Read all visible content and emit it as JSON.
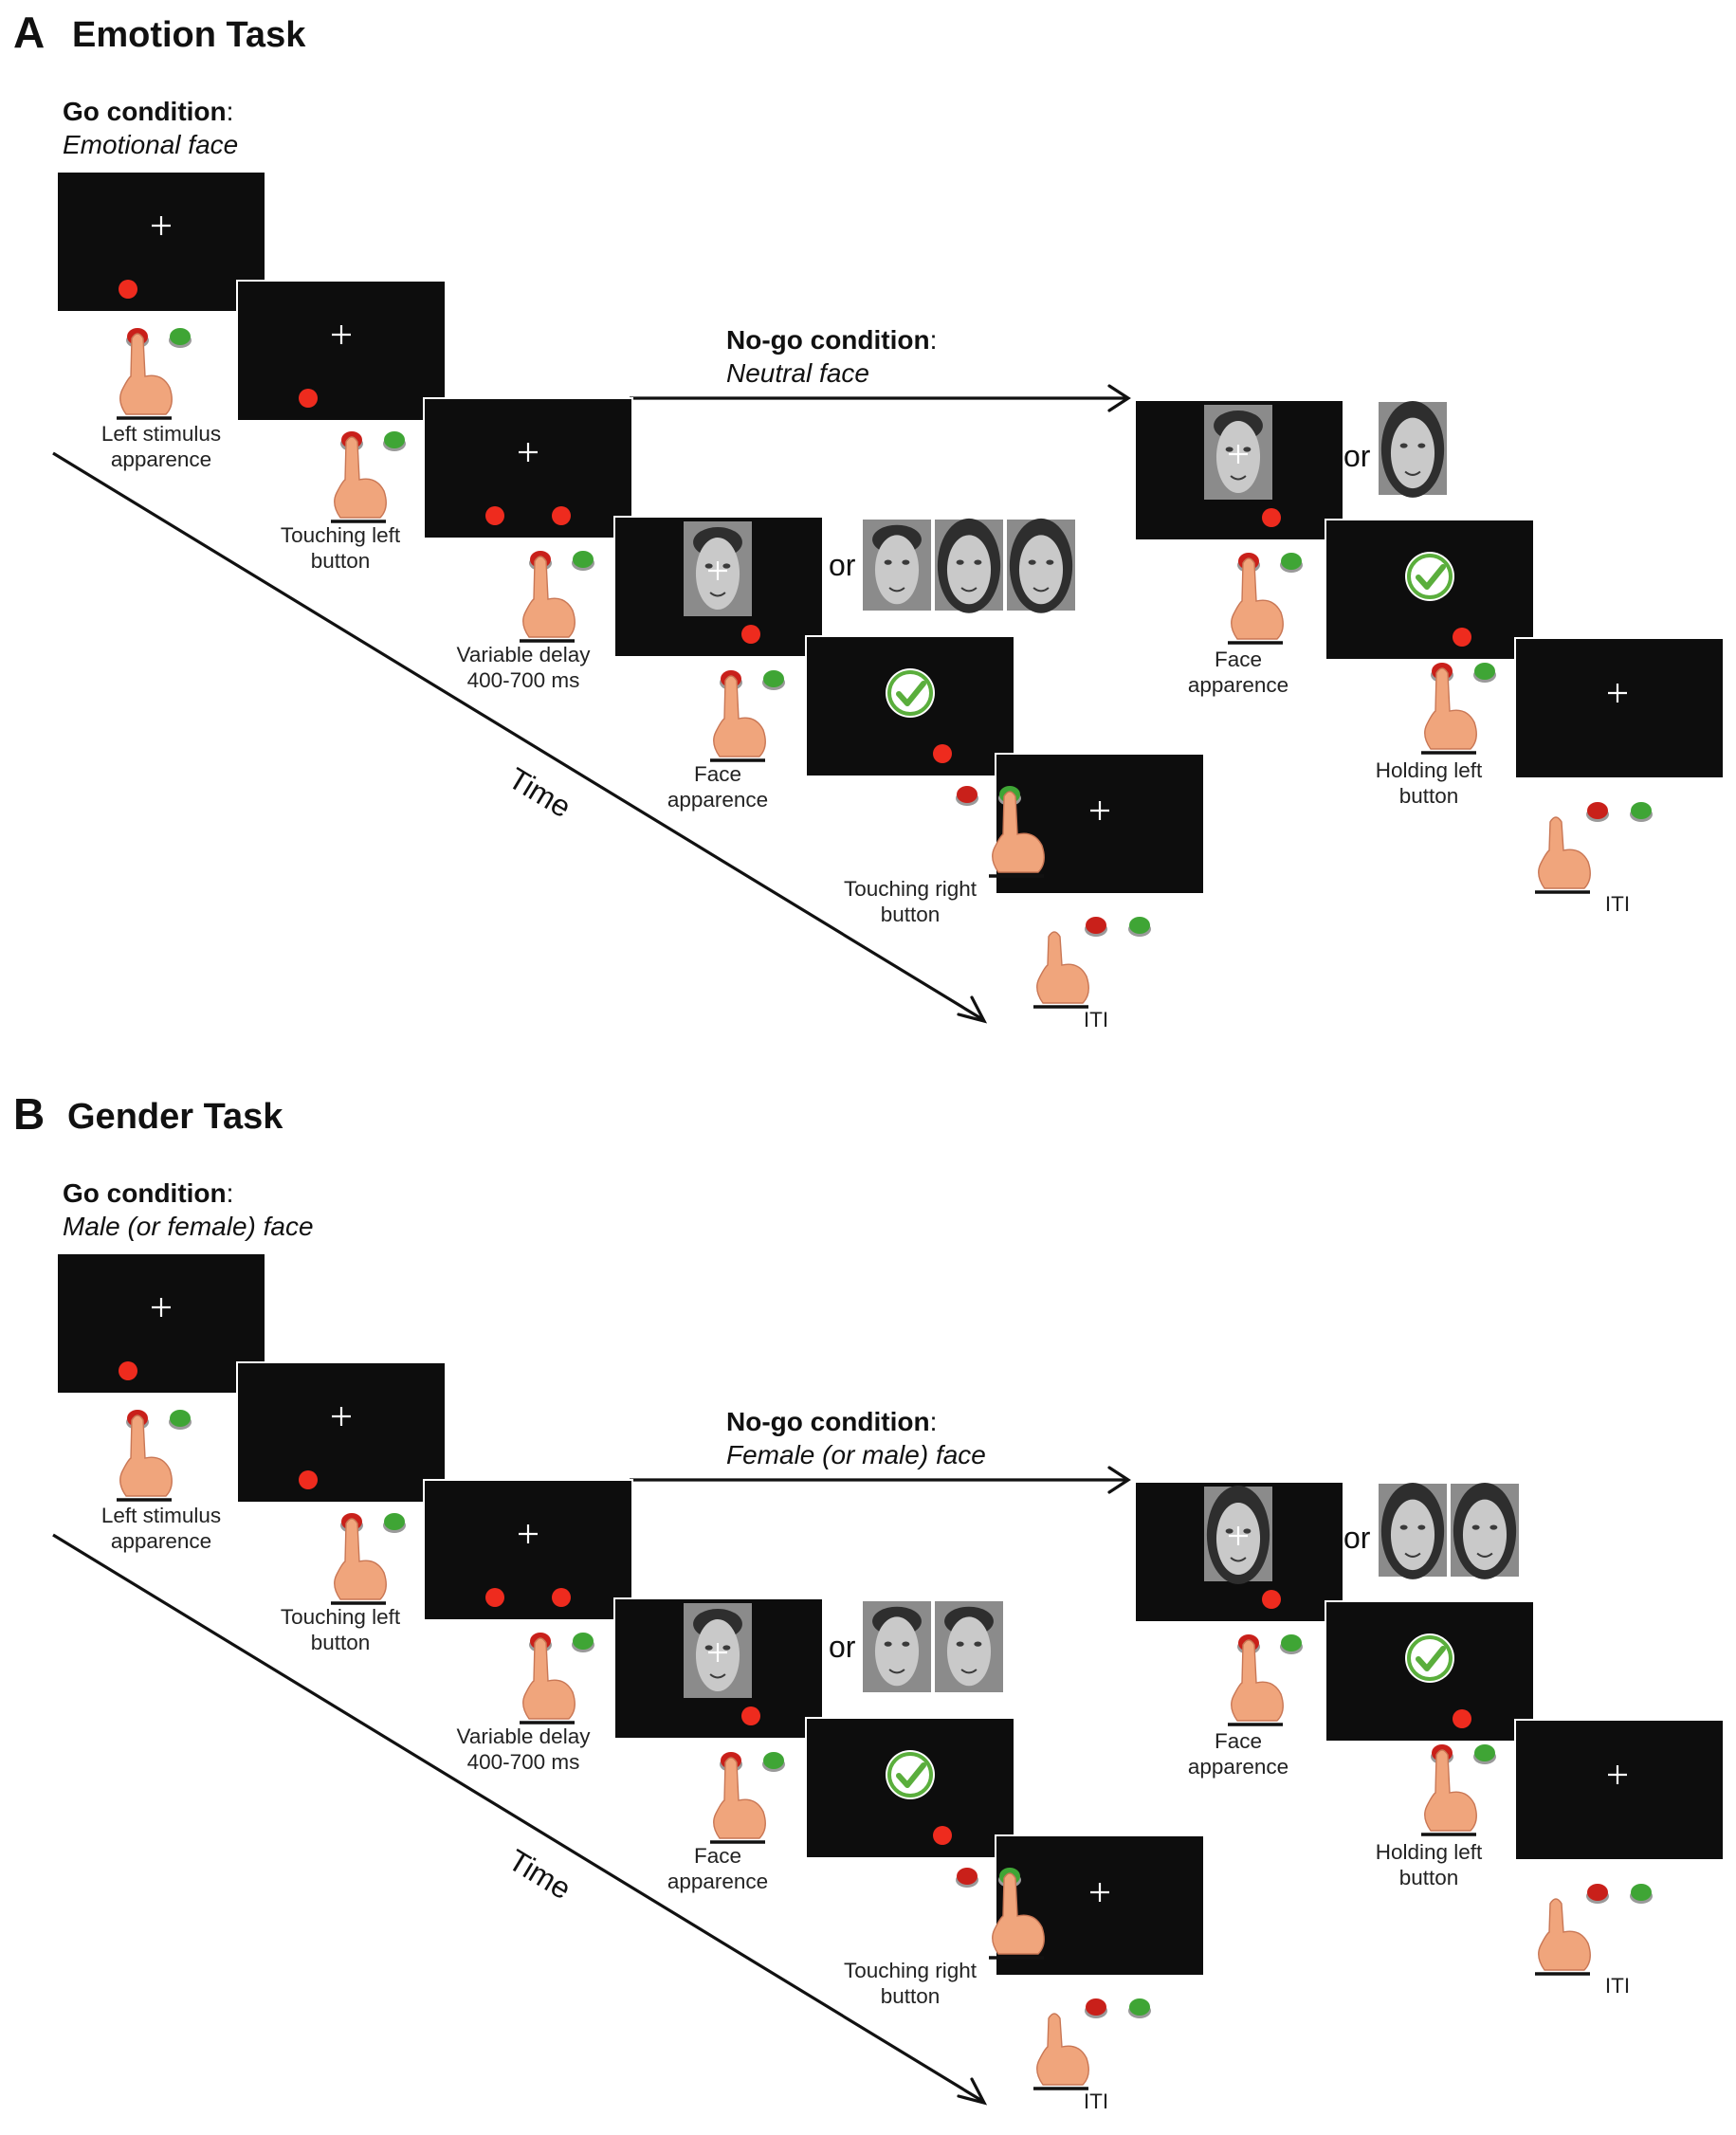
{
  "colors": {
    "screen": "#0d0d0d",
    "stimulus": "#ee2b1e",
    "button_red": "#c9201a",
    "button_green": "#3fa535",
    "check_green": "#5aae3c",
    "hand": "#f0a57c"
  },
  "panels": [
    {
      "letter": "A",
      "title": "Emotion Task",
      "go_label": "Go condition",
      "go_colon": ":",
      "go_sub": "Emotional face",
      "nogo_label": "No-go condition",
      "nogo_colon": ":",
      "nogo_sub": "Neutral face",
      "time_label": "Time",
      "or_label": "or",
      "go_face_alt_count": 3,
      "nogo_face_alt_count": 1,
      "steps": {
        "s1": [
          "Left stimulus",
          "apparence"
        ],
        "s2": [
          "Touching left",
          "button"
        ],
        "s3": [
          "Variable delay",
          "400-700 ms"
        ],
        "s4": [
          "Face",
          "apparence"
        ],
        "s5": [
          "Touching right",
          "button"
        ],
        "s6": [
          "ITI"
        ],
        "n1": [
          "Face",
          "apparence"
        ],
        "n2": [
          "Holding left",
          "button"
        ],
        "n3": [
          "ITI"
        ]
      }
    },
    {
      "letter": "B",
      "title": "Gender Task",
      "go_label": "Go condition",
      "go_colon": ":",
      "go_sub": "Male (or female) face",
      "nogo_label": "No-go condition",
      "nogo_colon": ":",
      "nogo_sub": "Female (or male) face",
      "time_label": "Time",
      "or_label": "or",
      "go_face_alt_count": 2,
      "nogo_face_alt_count": 2,
      "steps": {
        "s1": [
          "Left stimulus",
          "apparence"
        ],
        "s2": [
          "Touching left",
          "button"
        ],
        "s3": [
          "Variable delay",
          "400-700 ms"
        ],
        "s4": [
          "Face",
          "apparence"
        ],
        "s5": [
          "Touching right",
          "button"
        ],
        "s6": [
          "ITI"
        ],
        "n1": [
          "Face",
          "apparence"
        ],
        "n2": [
          "Holding left",
          "button"
        ],
        "n3": [
          "ITI"
        ]
      }
    }
  ]
}
